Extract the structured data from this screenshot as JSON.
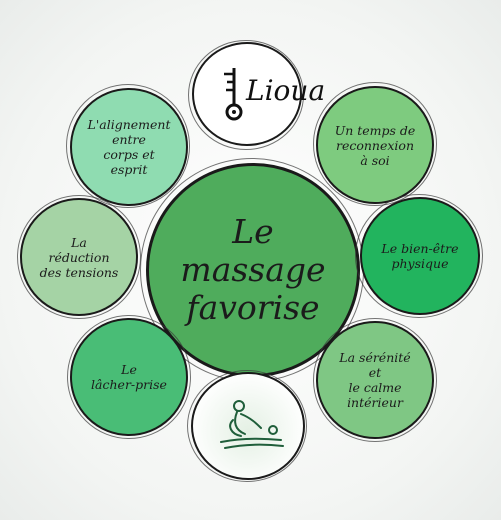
{
  "logo": {
    "text": "Lioua",
    "icon": "key-icon"
  },
  "center": {
    "lines": [
      "Le",
      "massage",
      "favorise"
    ]
  },
  "benefits": [
    {
      "lines": [
        "L'alignement",
        "entre",
        "corps et esprit"
      ],
      "color": "#8fdcb1"
    },
    {
      "lines": [
        "Un temps de",
        "reconnexion",
        "à soi"
      ],
      "color": "#7ecb7f"
    },
    {
      "lines": [
        "La",
        "réduction",
        "des tensions"
      ],
      "color": "#a5d3a5"
    },
    {
      "lines": [
        "Le bien-être",
        "physique"
      ],
      "color": "#22b45e"
    },
    {
      "lines": [
        "Le",
        "lâcher-prise"
      ],
      "color": "#49bd76"
    },
    {
      "lines": [
        "La sérénité et",
        "le calme",
        "intérieur"
      ],
      "color": "#7fc784"
    }
  ],
  "center_color": "#4fac5c",
  "massage_icon": "massage-icon"
}
